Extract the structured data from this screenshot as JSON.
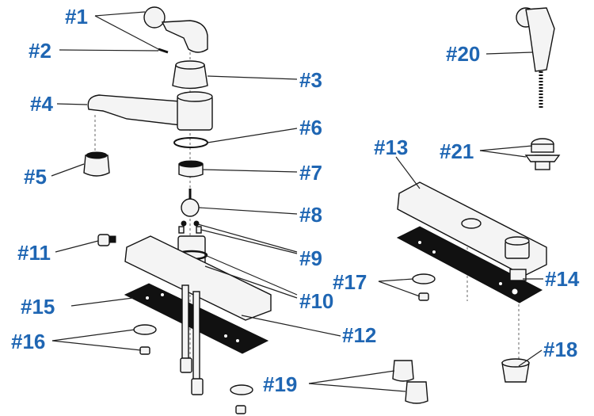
{
  "diagram": {
    "callouts": [
      {
        "id": "1",
        "text": "#1"
      },
      {
        "id": "2",
        "text": "#2"
      },
      {
        "id": "3",
        "text": "#3"
      },
      {
        "id": "4",
        "text": "#4"
      },
      {
        "id": "5",
        "text": "#5"
      },
      {
        "id": "6",
        "text": "#6"
      },
      {
        "id": "7",
        "text": "#7"
      },
      {
        "id": "8",
        "text": "#8"
      },
      {
        "id": "9",
        "text": "#9"
      },
      {
        "id": "10",
        "text": "#10"
      },
      {
        "id": "11",
        "text": "#11"
      },
      {
        "id": "12",
        "text": "#12"
      },
      {
        "id": "13",
        "text": "#13"
      },
      {
        "id": "14",
        "text": "#14"
      },
      {
        "id": "15",
        "text": "#15"
      },
      {
        "id": "16",
        "text": "#16"
      },
      {
        "id": "17",
        "text": "#17"
      },
      {
        "id": "18",
        "text": "#18"
      },
      {
        "id": "19",
        "text": "#19"
      },
      {
        "id": "20",
        "text": "#20"
      },
      {
        "id": "21",
        "text": "#21"
      }
    ],
    "colors": {
      "callout": "#1f66b3",
      "line": "#111111",
      "background": "#ffffff"
    }
  }
}
